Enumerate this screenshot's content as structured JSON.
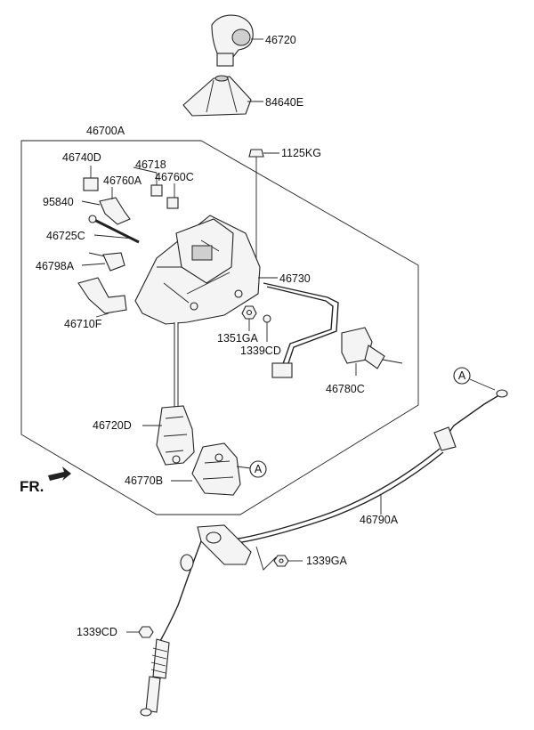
{
  "diagram": {
    "front_label": "FR.",
    "ref_marker": "A",
    "callouts": {
      "knob": "46720",
      "boot": "84640E",
      "assembly": "46700A",
      "bolt_1125": "1125KG",
      "part_46740D": "46740D",
      "part_46718": "46718",
      "part_46760A": "46760A",
      "part_46760C": "46760C",
      "part_95840": "95840",
      "part_46725C": "46725C",
      "part_46798A": "46798A",
      "part_46730": "46730",
      "part_46710F": "46710F",
      "part_1351GA": "1351GA",
      "part_1339CD_upper": "1339CD",
      "part_46780C": "46780C",
      "part_46720D": "46720D",
      "part_46770B": "46770B",
      "cable_46790A": "46790A",
      "nut_1339GA": "1339GA",
      "nut_1339CD_lower": "1339CD"
    }
  }
}
